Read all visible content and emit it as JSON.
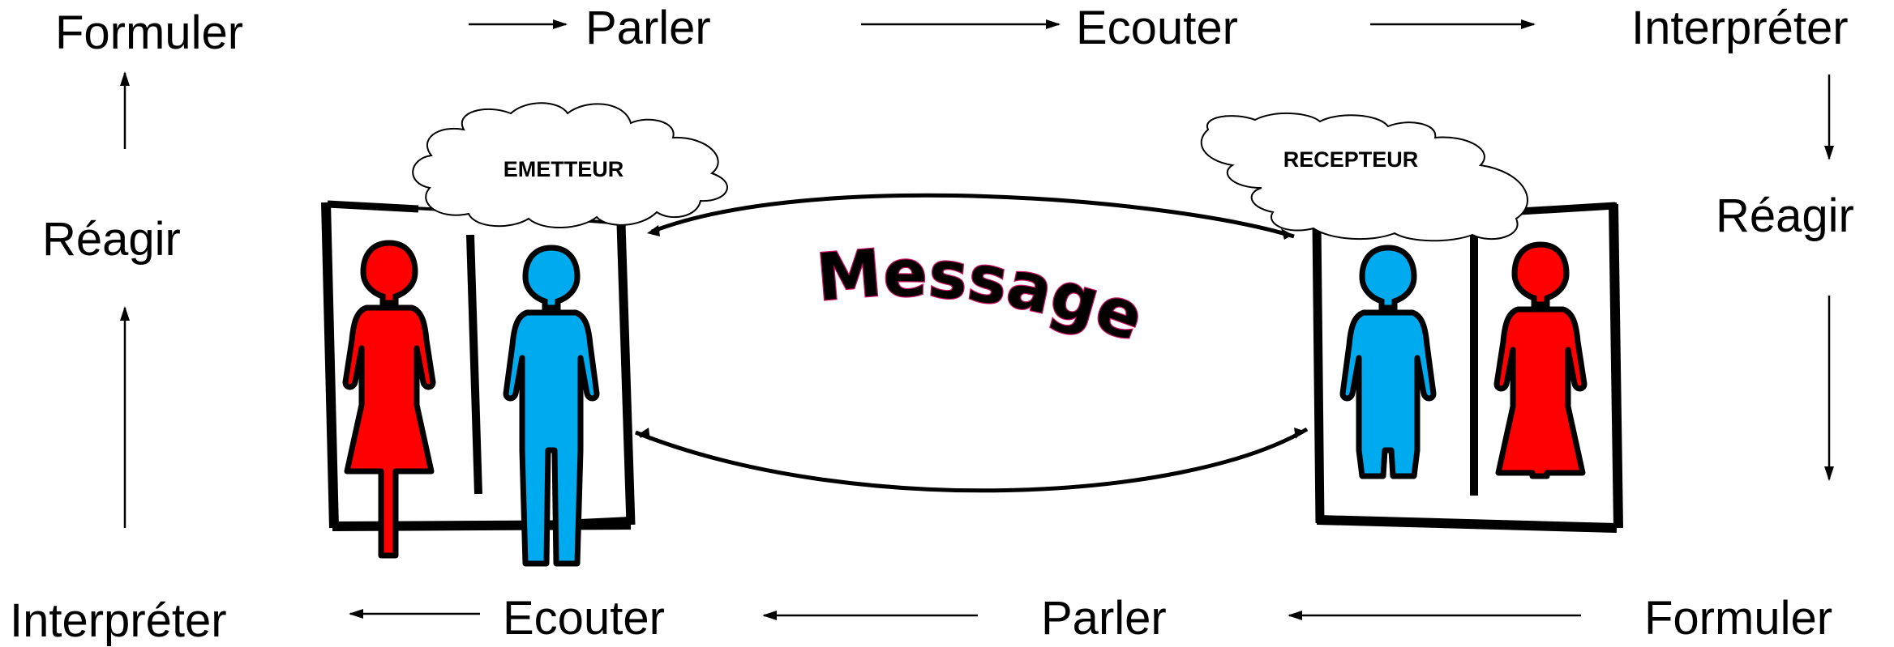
{
  "top_row": [
    "Formuler",
    "Parler",
    "Ecouter",
    "Interpréter"
  ],
  "bottom_row": [
    "Interpréter",
    "Ecouter",
    "Parler",
    "Formuler"
  ],
  "left_side": "Réagir",
  "right_side": "Réagir",
  "sender_label": "EMETTEUR",
  "receiver_label": "RECEPTEUR",
  "message_label": "Message",
  "colors": {
    "woman_fill": "#ff0000",
    "man_fill": "#00aaee",
    "outline": "#000000",
    "message_stroke": "#cc1166"
  }
}
